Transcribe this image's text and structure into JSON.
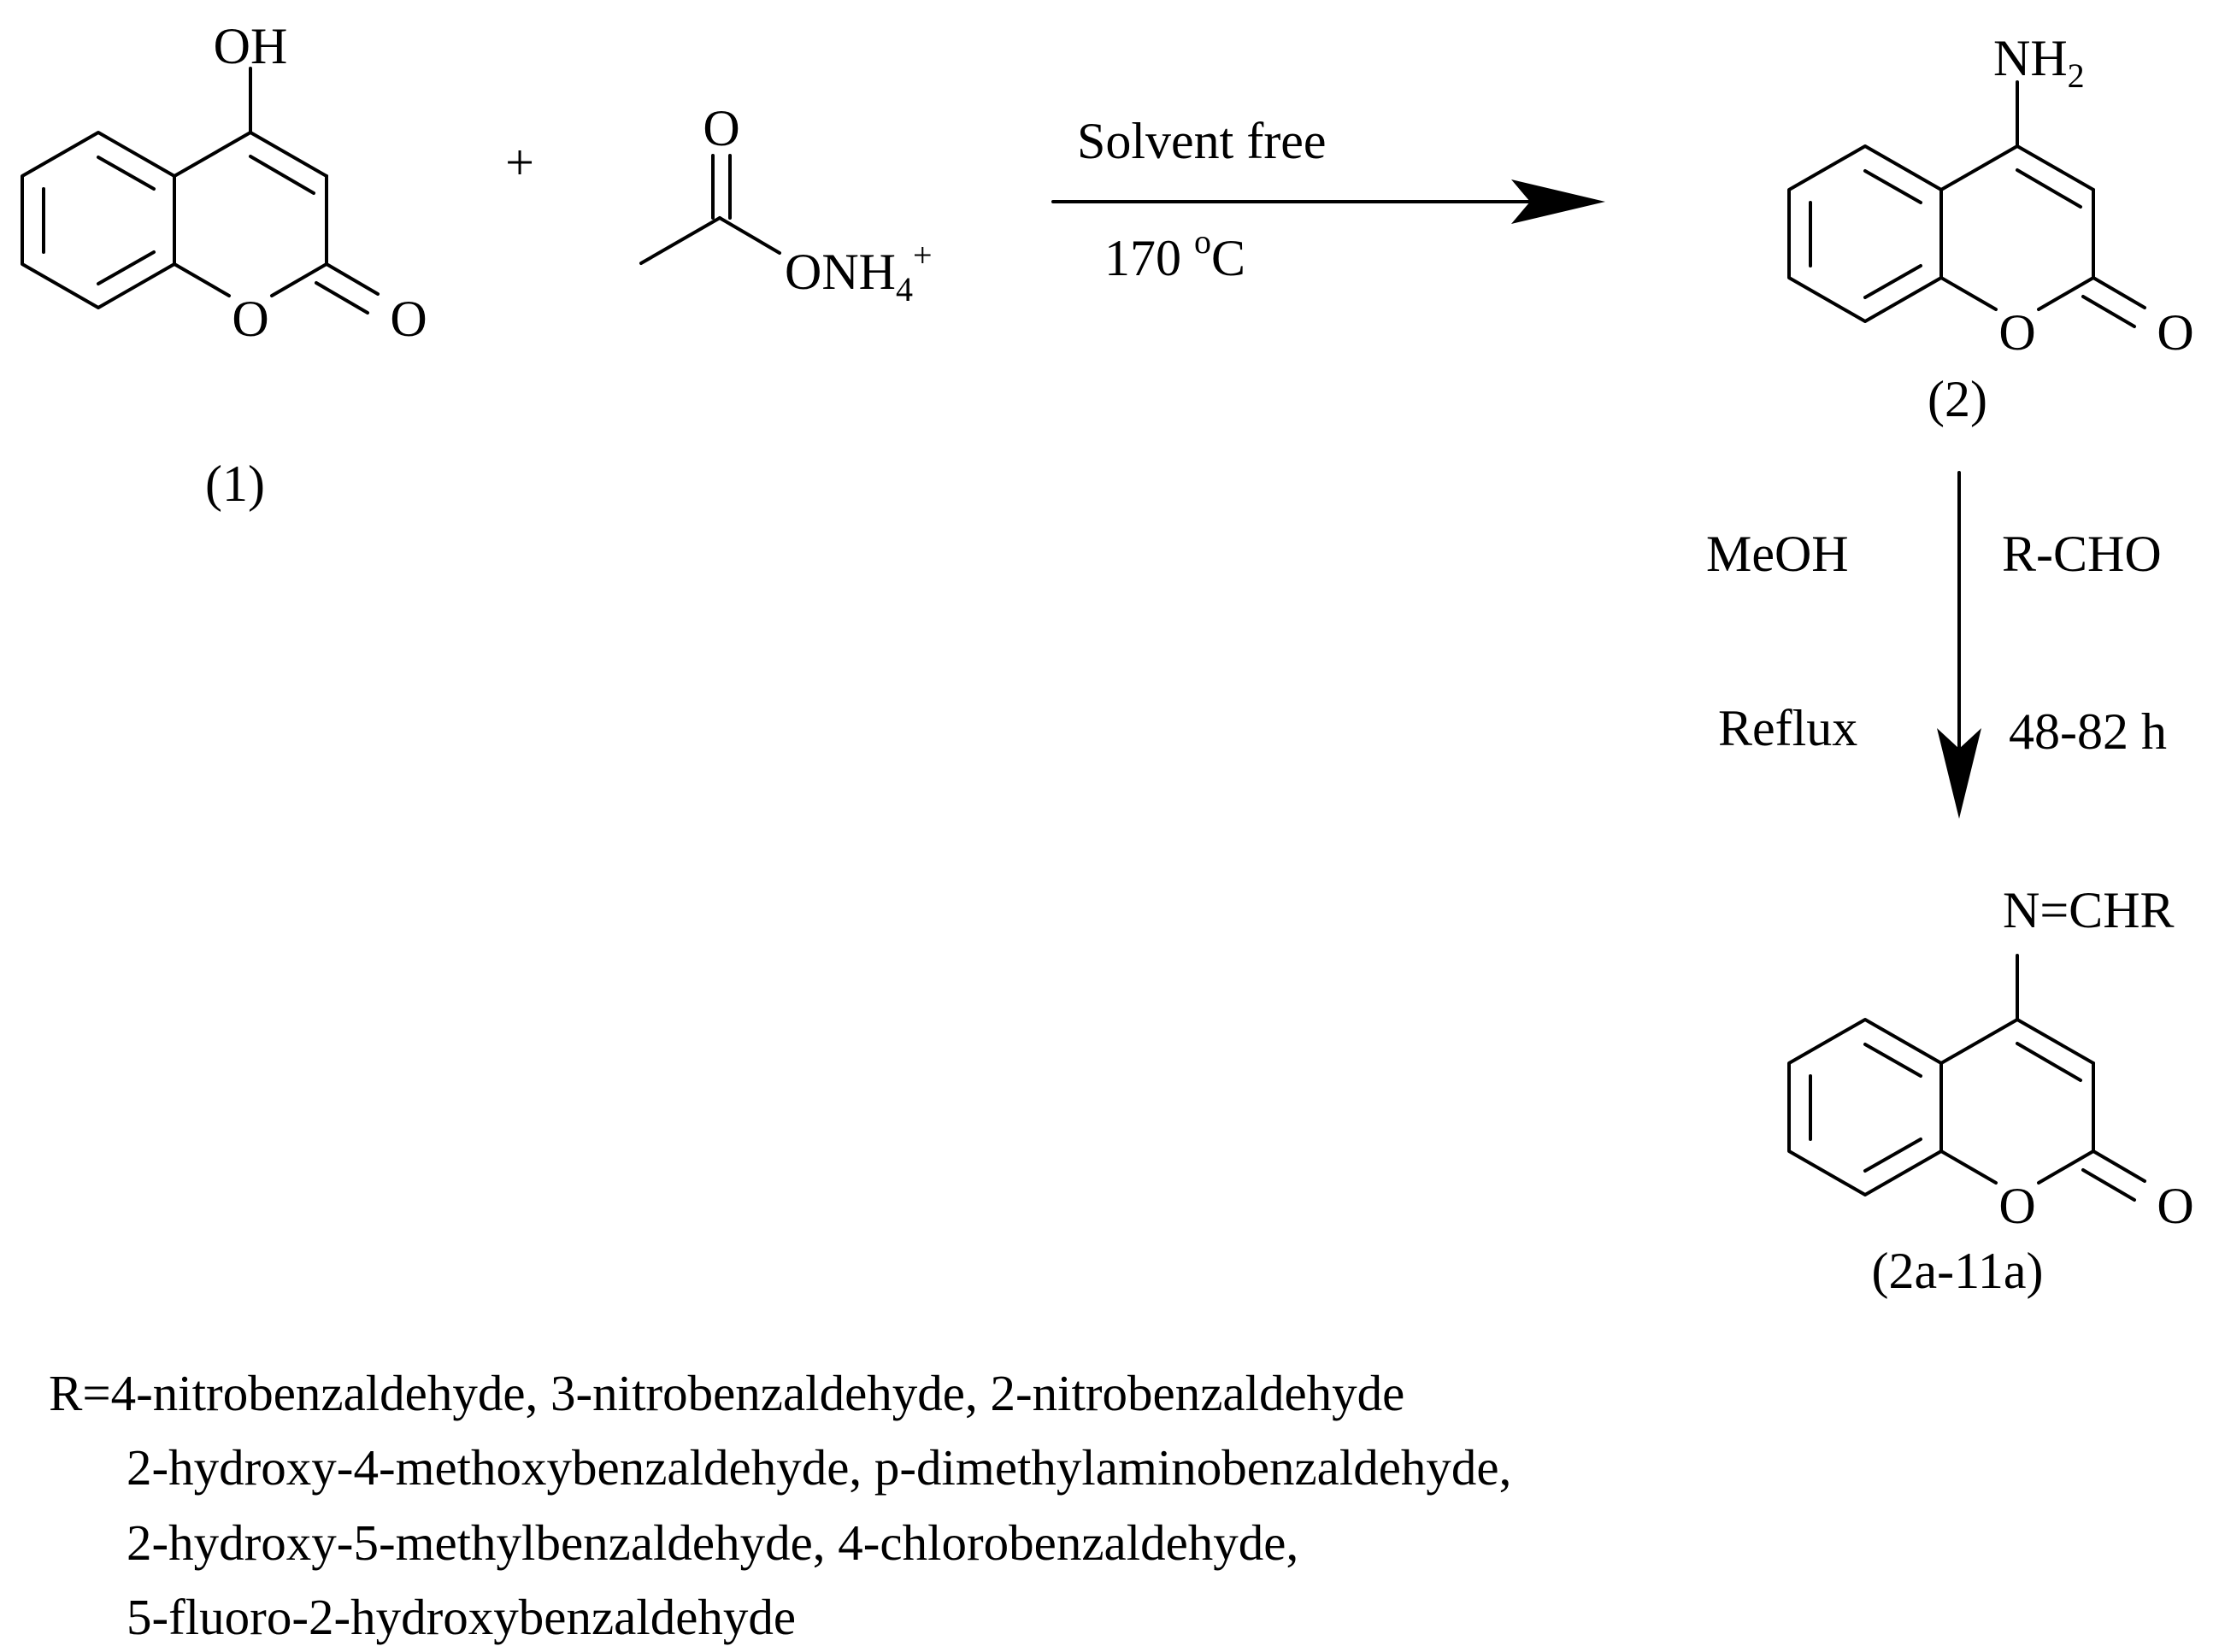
{
  "compounds": {
    "c1": {
      "label": "(1)",
      "substituent": "OH",
      "ring_o": "O",
      "carbonyl_o": "O"
    },
    "c2": {
      "label": "(2)",
      "substituent_main": "NH",
      "substituent_sub": "2",
      "ring_o": "O",
      "carbonyl_o": "O"
    },
    "c3": {
      "label": "(2a-11a)",
      "substituent": "N=CHR",
      "ring_o": "O",
      "carbonyl_o": "O"
    }
  },
  "reagent": {
    "plus": "+",
    "carbonyl_o": "O",
    "anion_o": "O",
    "cation_main": "NH",
    "cation_sub": "4",
    "cation_charge": "+"
  },
  "step1": {
    "above": "Solvent free",
    "below_main": "170 ",
    "below_sup": "o",
    "below_unit": "C"
  },
  "step2": {
    "left_top": "MeOH",
    "left_bottom": "Reflux",
    "right_top": "R-CHO",
    "right_bottom": "48-82 h"
  },
  "r_groups": [
    "R=4-nitrobenzaldehyde, 3-nitrobenzaldehyde, 2-nitrobenzaldehyde",
    "2-hydroxy-4-methoxybenzaldehyde, p-dimethylaminobenzaldehyde,",
    "2-hydroxy-5-methylbenzaldehyde, 4-chlorobenzaldehyde,",
    "5-fluoro-2-hydroxybenzaldehyde"
  ]
}
